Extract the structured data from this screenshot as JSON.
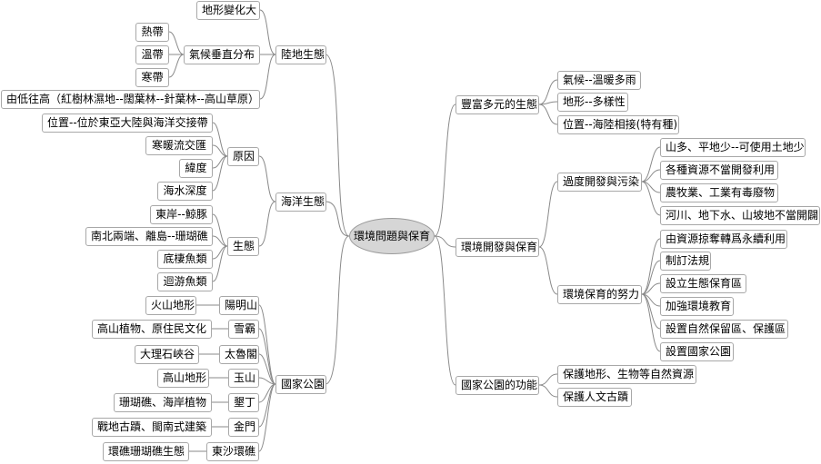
{
  "root": "環境問題與保育",
  "left": {
    "land": {
      "label": "陸地生態",
      "terrain": "地形變化大",
      "climate": {
        "label": "氣候垂直分布",
        "items": [
          "熱帶",
          "溫帶",
          "寒帶"
        ]
      },
      "vegetation": "由低往高（紅樹林濕地--闊葉林--針葉林--高山草原）"
    },
    "ocean": {
      "label": "海洋生態",
      "cause": {
        "label": "原因",
        "items": [
          "位置--位於東亞大陸與海洋交接帶",
          "寒暖流交匯",
          "緯度",
          "海水深度"
        ]
      },
      "eco": {
        "label": "生態",
        "items": [
          "東岸--鯨豚",
          "南北兩端、離島--珊瑚礁",
          "底棲魚類",
          "迴游魚類"
        ]
      }
    },
    "parks": {
      "label": "國家公園",
      "items": [
        {
          "name": "陽明山",
          "feature": "火山地形"
        },
        {
          "name": "雪霸",
          "feature": "高山植物、原住民文化"
        },
        {
          "name": "太魯閣",
          "feature": "大理石峽谷"
        },
        {
          "name": "玉山",
          "feature": "高山地形"
        },
        {
          "name": "墾丁",
          "feature": "珊瑚礁、海岸植物"
        },
        {
          "name": "金門",
          "feature": "戰地古蹟、閩南式建築"
        },
        {
          "name": "東沙環礁",
          "feature": "環礁珊瑚礁生態"
        }
      ]
    }
  },
  "right": {
    "rich": {
      "label": "豐富多元的生態",
      "items": [
        "氣候--溫暖多雨",
        "地形--多樣性",
        "位置--海陸相接(特有種)"
      ]
    },
    "dev": {
      "label": "環境開發與保育",
      "over": {
        "label": "過度開發與污染",
        "items": [
          "山多、平地少--可使用土地少",
          "各種資源不當開發利用",
          "農牧業、工業有毒廢物",
          "河川、地下水、山坡地不當開闢"
        ]
      },
      "effort": {
        "label": "環境保育的努力",
        "items": [
          "由資源掠奪轉爲永續利用",
          "制訂法規",
          "設立生態保育區",
          "加強環境教育",
          "設置自然保留區、保護區",
          "設置國家公園"
        ]
      }
    },
    "park_func": {
      "label": "國家公園的功能",
      "items": [
        "保護地形、生物等自然資源",
        "保護人文古蹟"
      ]
    }
  }
}
